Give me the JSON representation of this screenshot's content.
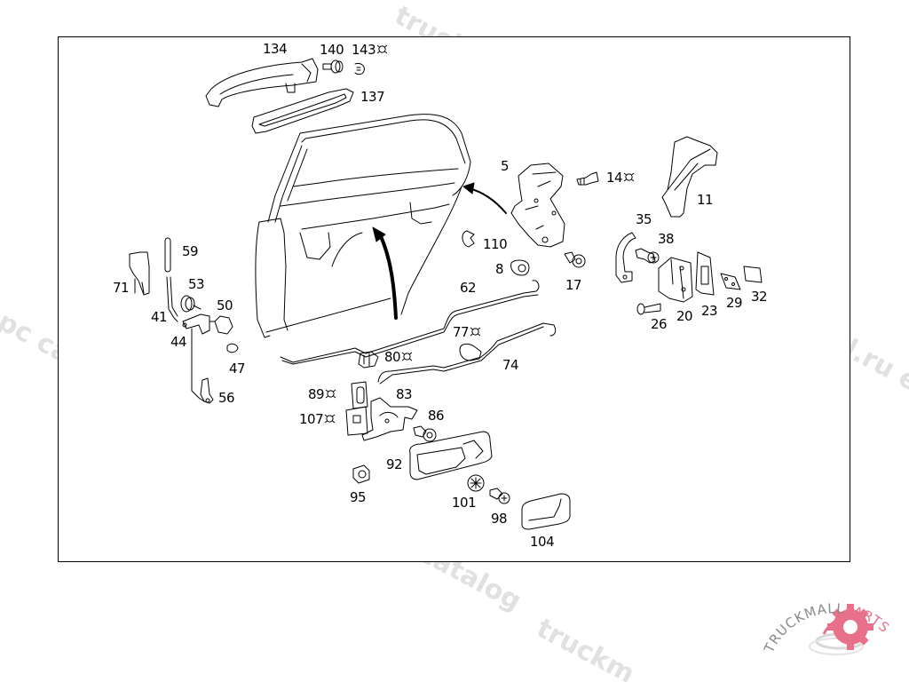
{
  "diagram": {
    "type": "exploded parts diagram",
    "subject": "Rear door lock and handle assembly",
    "parts": [
      {
        "id": "134",
        "label": "134",
        "note": false
      },
      {
        "id": "140",
        "label": "140",
        "note": false
      },
      {
        "id": "143",
        "label": "143",
        "note": true
      },
      {
        "id": "137",
        "label": "137",
        "note": false
      },
      {
        "id": "5",
        "label": "5",
        "note": false
      },
      {
        "id": "14",
        "label": "14",
        "note": true
      },
      {
        "id": "11",
        "label": "11",
        "note": false
      },
      {
        "id": "35",
        "label": "35",
        "note": false
      },
      {
        "id": "38",
        "label": "38",
        "note": false
      },
      {
        "id": "110",
        "label": "110",
        "note": false
      },
      {
        "id": "8",
        "label": "8",
        "note": false
      },
      {
        "id": "17",
        "label": "17",
        "note": false
      },
      {
        "id": "62",
        "label": "62",
        "note": false
      },
      {
        "id": "59",
        "label": "59",
        "note": false
      },
      {
        "id": "71",
        "label": "71",
        "note": false
      },
      {
        "id": "53",
        "label": "53",
        "note": false
      },
      {
        "id": "50",
        "label": "50",
        "note": false
      },
      {
        "id": "41",
        "label": "41",
        "note": false
      },
      {
        "id": "44",
        "label": "44",
        "note": false
      },
      {
        "id": "47",
        "label": "47",
        "note": false
      },
      {
        "id": "56",
        "label": "56",
        "note": false
      },
      {
        "id": "77",
        "label": "77",
        "note": true
      },
      {
        "id": "80",
        "label": "80",
        "note": true
      },
      {
        "id": "74",
        "label": "74",
        "note": false
      },
      {
        "id": "89",
        "label": "89",
        "note": true
      },
      {
        "id": "83",
        "label": "83",
        "note": false
      },
      {
        "id": "107",
        "label": "107",
        "note": true
      },
      {
        "id": "86",
        "label": "86",
        "note": false
      },
      {
        "id": "92",
        "label": "92",
        "note": false
      },
      {
        "id": "95",
        "label": "95",
        "note": false
      },
      {
        "id": "101",
        "label": "101",
        "note": false
      },
      {
        "id": "98",
        "label": "98",
        "note": false
      },
      {
        "id": "104",
        "label": "104",
        "note": false
      },
      {
        "id": "26",
        "label": "26",
        "note": false
      },
      {
        "id": "20",
        "label": "20",
        "note": false
      },
      {
        "id": "23",
        "label": "23",
        "note": false
      },
      {
        "id": "29",
        "label": "29",
        "note": false
      },
      {
        "id": "32",
        "label": "32",
        "note": false
      }
    ]
  },
  "watermarks": {
    "text_a": "truckmall.ru epc catalog",
    "text_b": "truckmall.ru epc catalog",
    "text_c": "truckmall.ru epc catalog",
    "text_d": "truckmall.ru e",
    "text_e": "truckm",
    "text_f": "epc catalog"
  },
  "logo": {
    "word_main": "TRUCKMALL",
    "word_accent": "PARTS",
    "accent_color": "#e8708a",
    "main_color": "#8a8a8a"
  }
}
